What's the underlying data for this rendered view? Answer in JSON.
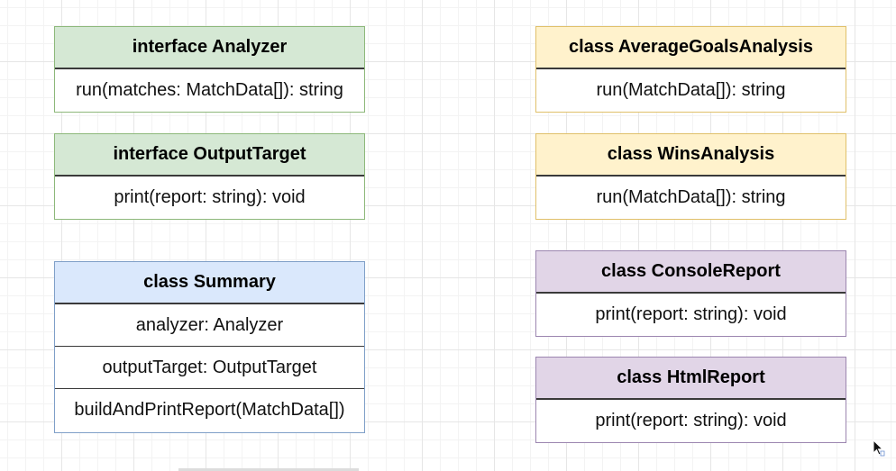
{
  "boxes": {
    "analyzer": {
      "title": "interface Analyzer",
      "members": [
        "run(matches: MatchData[]): string"
      ]
    },
    "output_target": {
      "title": "interface OutputTarget",
      "members": [
        "print(report: string): void"
      ]
    },
    "summary": {
      "title": "class Summary",
      "members": [
        "analyzer: Analyzer",
        "outputTarget: OutputTarget",
        "buildAndPrintReport(MatchData[])"
      ]
    },
    "average_goals": {
      "title": "class AverageGoalsAnalysis",
      "members": [
        "run(MatchData[]): string"
      ]
    },
    "wins": {
      "title": "class WinsAnalysis",
      "members": [
        "run(MatchData[]): string"
      ]
    },
    "console_report": {
      "title": "class ConsoleReport",
      "members": [
        "print(report: string): void"
      ]
    },
    "html_report": {
      "title": "class HtmlReport",
      "members": [
        "print(report: string): void"
      ]
    }
  },
  "colors": {
    "interface_header": "#d5e8d4",
    "analysis_header": "#fff2cc",
    "summary_header": "#dae8fc",
    "report_header": "#e1d5e7",
    "border": "#3a3a3a"
  },
  "icons": {
    "cursor": "mouse-pointer-icon"
  }
}
